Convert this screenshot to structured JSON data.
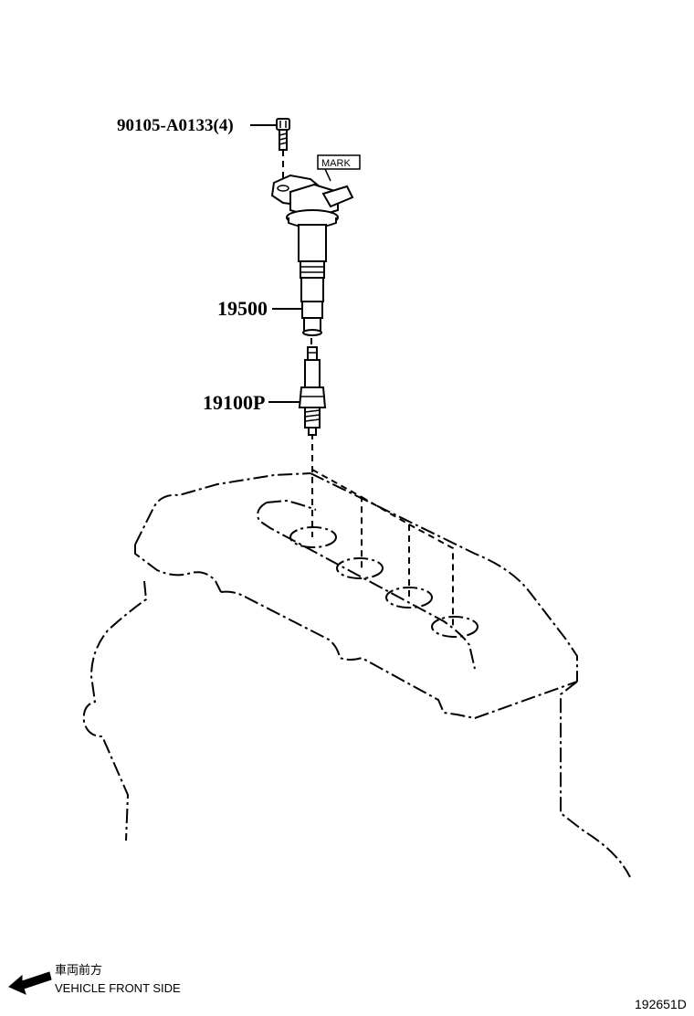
{
  "diagram": {
    "callouts": {
      "bolt": "90105-A0133(4)",
      "coil": "19500",
      "plug": "19100P",
      "mark": "MARK"
    },
    "legend": {
      "japanese": "車両前方",
      "english": "VEHICLE FRONT SIDE"
    },
    "figure_id": "192651D"
  }
}
